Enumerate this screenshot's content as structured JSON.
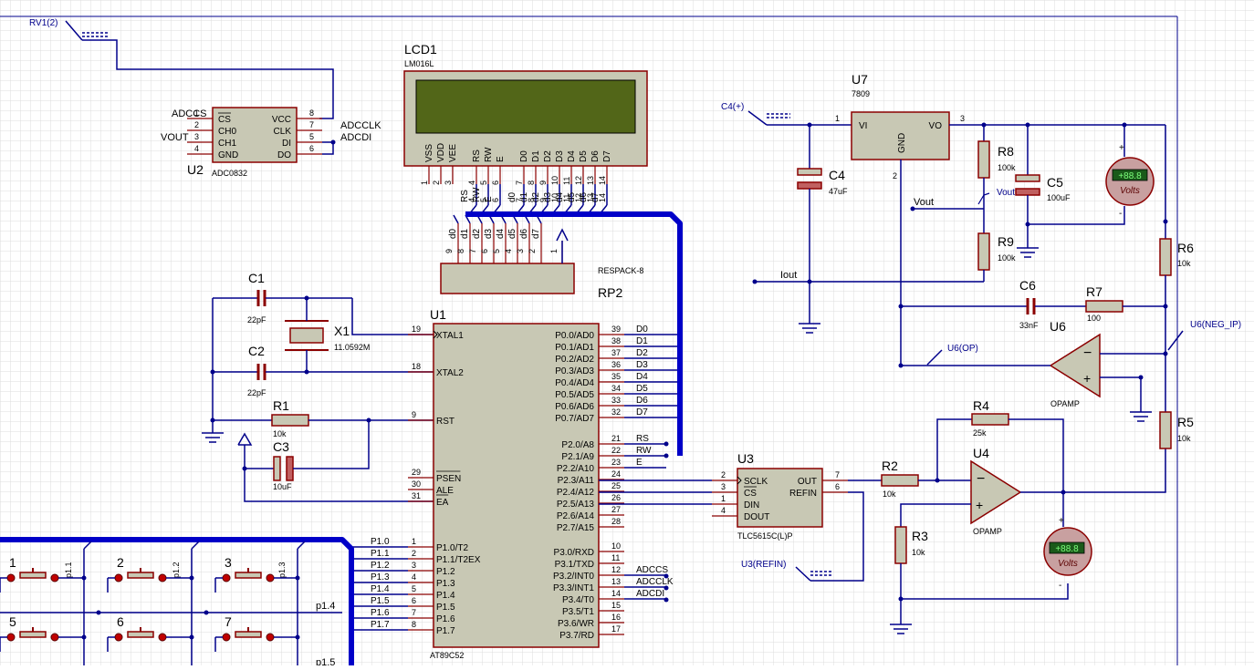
{
  "sheet_frame_color": "#00008b",
  "terminals": {
    "rv1": "RV1(2)",
    "c4": "C4(+)",
    "u6_op": "U6(OP)",
    "u6_neg": "U6(NEG_IP)",
    "u3_refin": "U3(REFIN)"
  },
  "u2": {
    "ref": "U2",
    "part": "ADC0832",
    "left_pins": [
      {
        "num": "1",
        "name": "CS",
        "net": "ADCCS"
      },
      {
        "num": "2",
        "name": "CH0",
        "net": ""
      },
      {
        "num": "3",
        "name": "CH1",
        "net": "VOUT"
      },
      {
        "num": "4",
        "name": "GND",
        "net": ""
      }
    ],
    "right_pins": [
      {
        "num": "8",
        "name": "VCC",
        "net": ""
      },
      {
        "num": "7",
        "name": "CLK",
        "net": "ADCCLK"
      },
      {
        "num": "5",
        "name": "DI",
        "net": "ADCDI"
      },
      {
        "num": "6",
        "name": "DO",
        "net": ""
      }
    ]
  },
  "lcd": {
    "ref": "LCD1",
    "part": "LM016L",
    "pins": [
      "VSS",
      "VDD",
      "VEE",
      "RS",
      "RW",
      "E",
      "D0",
      "D1",
      "D2",
      "D3",
      "D4",
      "D5",
      "D6",
      "D7"
    ],
    "pin_nums": [
      "1",
      "2",
      "3",
      "4",
      "5",
      "6",
      "7",
      "8",
      "9",
      "10",
      "11",
      "12",
      "13",
      "14"
    ],
    "bus_nets": [
      "RS",
      "RW",
      "E",
      "d0",
      "d1",
      "d2",
      "d3",
      "d4",
      "d5",
      "d6",
      "d7"
    ]
  },
  "rp2": {
    "ref": "RP2",
    "part": "RESPACK-8",
    "pin_nums": [
      "9",
      "8",
      "7",
      "6",
      "5",
      "4",
      "3",
      "2",
      "1"
    ],
    "nets": [
      "d0",
      "d1",
      "d2",
      "d3",
      "d4",
      "d5",
      "d6",
      "d7"
    ]
  },
  "passives": {
    "c1": {
      "ref": "C1",
      "val": "22pF"
    },
    "c2": {
      "ref": "C2",
      "val": "22pF"
    },
    "x1": {
      "ref": "X1",
      "val": "11.0592M"
    },
    "r1": {
      "ref": "R1",
      "val": "10k"
    },
    "c3": {
      "ref": "C3",
      "val": "10uF"
    },
    "c4": {
      "ref": "C4",
      "val": "47uF"
    },
    "c5": {
      "ref": "C5",
      "val": "100uF"
    },
    "c6": {
      "ref": "C6",
      "val": "33nF"
    },
    "r2": {
      "ref": "R2",
      "val": "10k"
    },
    "r3": {
      "ref": "R3",
      "val": "10k"
    },
    "r4": {
      "ref": "R4",
      "val": "25k"
    },
    "r5": {
      "ref": "R5",
      "val": "10k"
    },
    "r6": {
      "ref": "R6",
      "val": "10k"
    },
    "r7": {
      "ref": "R7",
      "val": "100"
    },
    "r8": {
      "ref": "R8",
      "val": "100k"
    },
    "r9": {
      "ref": "R9",
      "val": "100k"
    }
  },
  "u1": {
    "ref": "U1",
    "part": "AT89C52",
    "left_pins": [
      {
        "num": "19",
        "name": "XTAL1"
      },
      {
        "num": "18",
        "name": "XTAL2"
      },
      {
        "num": "9",
        "name": "RST"
      },
      {
        "num": "29",
        "name": "PSEN"
      },
      {
        "num": "30",
        "name": "ALE"
      },
      {
        "num": "31",
        "name": "EA"
      },
      {
        "num": "1",
        "name": "P1.0/T2",
        "net": "P1.0"
      },
      {
        "num": "2",
        "name": "P1.1/T2EX",
        "net": "P1.1"
      },
      {
        "num": "3",
        "name": "P1.2",
        "net": "P1.2"
      },
      {
        "num": "4",
        "name": "P1.3",
        "net": "P1.3"
      },
      {
        "num": "5",
        "name": "P1.4",
        "net": "P1.4"
      },
      {
        "num": "6",
        "name": "P1.5",
        "net": "P1.5"
      },
      {
        "num": "7",
        "name": "P1.6",
        "net": "P1.6"
      },
      {
        "num": "8",
        "name": "P1.7",
        "net": "P1.7"
      }
    ],
    "right_pins": [
      {
        "num": "39",
        "name": "P0.0/AD0",
        "net": "D0"
      },
      {
        "num": "38",
        "name": "P0.1/AD1",
        "net": "D1"
      },
      {
        "num": "37",
        "name": "P0.2/AD2",
        "net": "D2"
      },
      {
        "num": "36",
        "name": "P0.3/AD3",
        "net": "D3"
      },
      {
        "num": "35",
        "name": "P0.4/AD4",
        "net": "D4"
      },
      {
        "num": "34",
        "name": "P0.5/AD5",
        "net": "D5"
      },
      {
        "num": "33",
        "name": "P0.6/AD6",
        "net": "D6"
      },
      {
        "num": "32",
        "name": "P0.7/AD7",
        "net": "D7"
      },
      {
        "num": "21",
        "name": "P2.0/A8",
        "net": "RS"
      },
      {
        "num": "22",
        "name": "P2.1/A9",
        "net": "RW"
      },
      {
        "num": "23",
        "name": "P2.2/A10",
        "net": "E"
      },
      {
        "num": "24",
        "name": "P2.3/A11",
        "net": ""
      },
      {
        "num": "25",
        "name": "P2.4/A12",
        "net": ""
      },
      {
        "num": "26",
        "name": "P2.5/A13",
        "net": ""
      },
      {
        "num": "27",
        "name": "P2.6/A14",
        "net": ""
      },
      {
        "num": "28",
        "name": "P2.7/A15",
        "net": ""
      },
      {
        "num": "10",
        "name": "P3.0/RXD",
        "net": ""
      },
      {
        "num": "11",
        "name": "P3.1/TXD",
        "net": ""
      },
      {
        "num": "12",
        "name": "P3.2/INT0",
        "net": "ADCCS"
      },
      {
        "num": "13",
        "name": "P3.3/INT1",
        "net": "ADCCLK"
      },
      {
        "num": "14",
        "name": "P3.4/T0",
        "net": "ADCDI"
      },
      {
        "num": "15",
        "name": "P3.5/T1",
        "net": ""
      },
      {
        "num": "16",
        "name": "P3.6/WR",
        "net": ""
      },
      {
        "num": "17",
        "name": "P3.7/RD",
        "net": ""
      }
    ]
  },
  "u3": {
    "ref": "U3",
    "part": "TLC5615C(L)P",
    "left_pins": [
      {
        "num": "2",
        "name": "SCLK"
      },
      {
        "num": "3",
        "name": "CS"
      },
      {
        "num": "1",
        "name": "DIN"
      },
      {
        "num": "4",
        "name": "DOUT"
      }
    ],
    "right_pins": [
      {
        "num": "7",
        "name": "OUT"
      },
      {
        "num": "6",
        "name": "REFIN"
      }
    ]
  },
  "u7": {
    "ref": "U7",
    "part": "7809",
    "pins": [
      {
        "num": "1",
        "name": "VI"
      },
      {
        "num": "3",
        "name": "VO"
      },
      {
        "num": "2",
        "name": "GND"
      }
    ]
  },
  "u4": {
    "ref": "U4",
    "part": "OPAMP"
  },
  "u6": {
    "ref": "U6",
    "part": "OPAMP"
  },
  "voltmeters": [
    {
      "display": "+88.8",
      "unit": "Volts",
      "plus": "+",
      "minus": "-"
    },
    {
      "display": "+88.8",
      "unit": "Volts",
      "plus": "+",
      "minus": "-"
    }
  ],
  "nets": {
    "vout": "Vout",
    "vout2": "Vout",
    "iout": "Iout",
    "p14": "p1.4",
    "p15": "p1.5"
  },
  "keypad": {
    "keys": [
      "1",
      "2",
      "3",
      "5",
      "6",
      "7"
    ],
    "col_nets": [
      "p1.1",
      "p1.2",
      "p1.3"
    ]
  }
}
